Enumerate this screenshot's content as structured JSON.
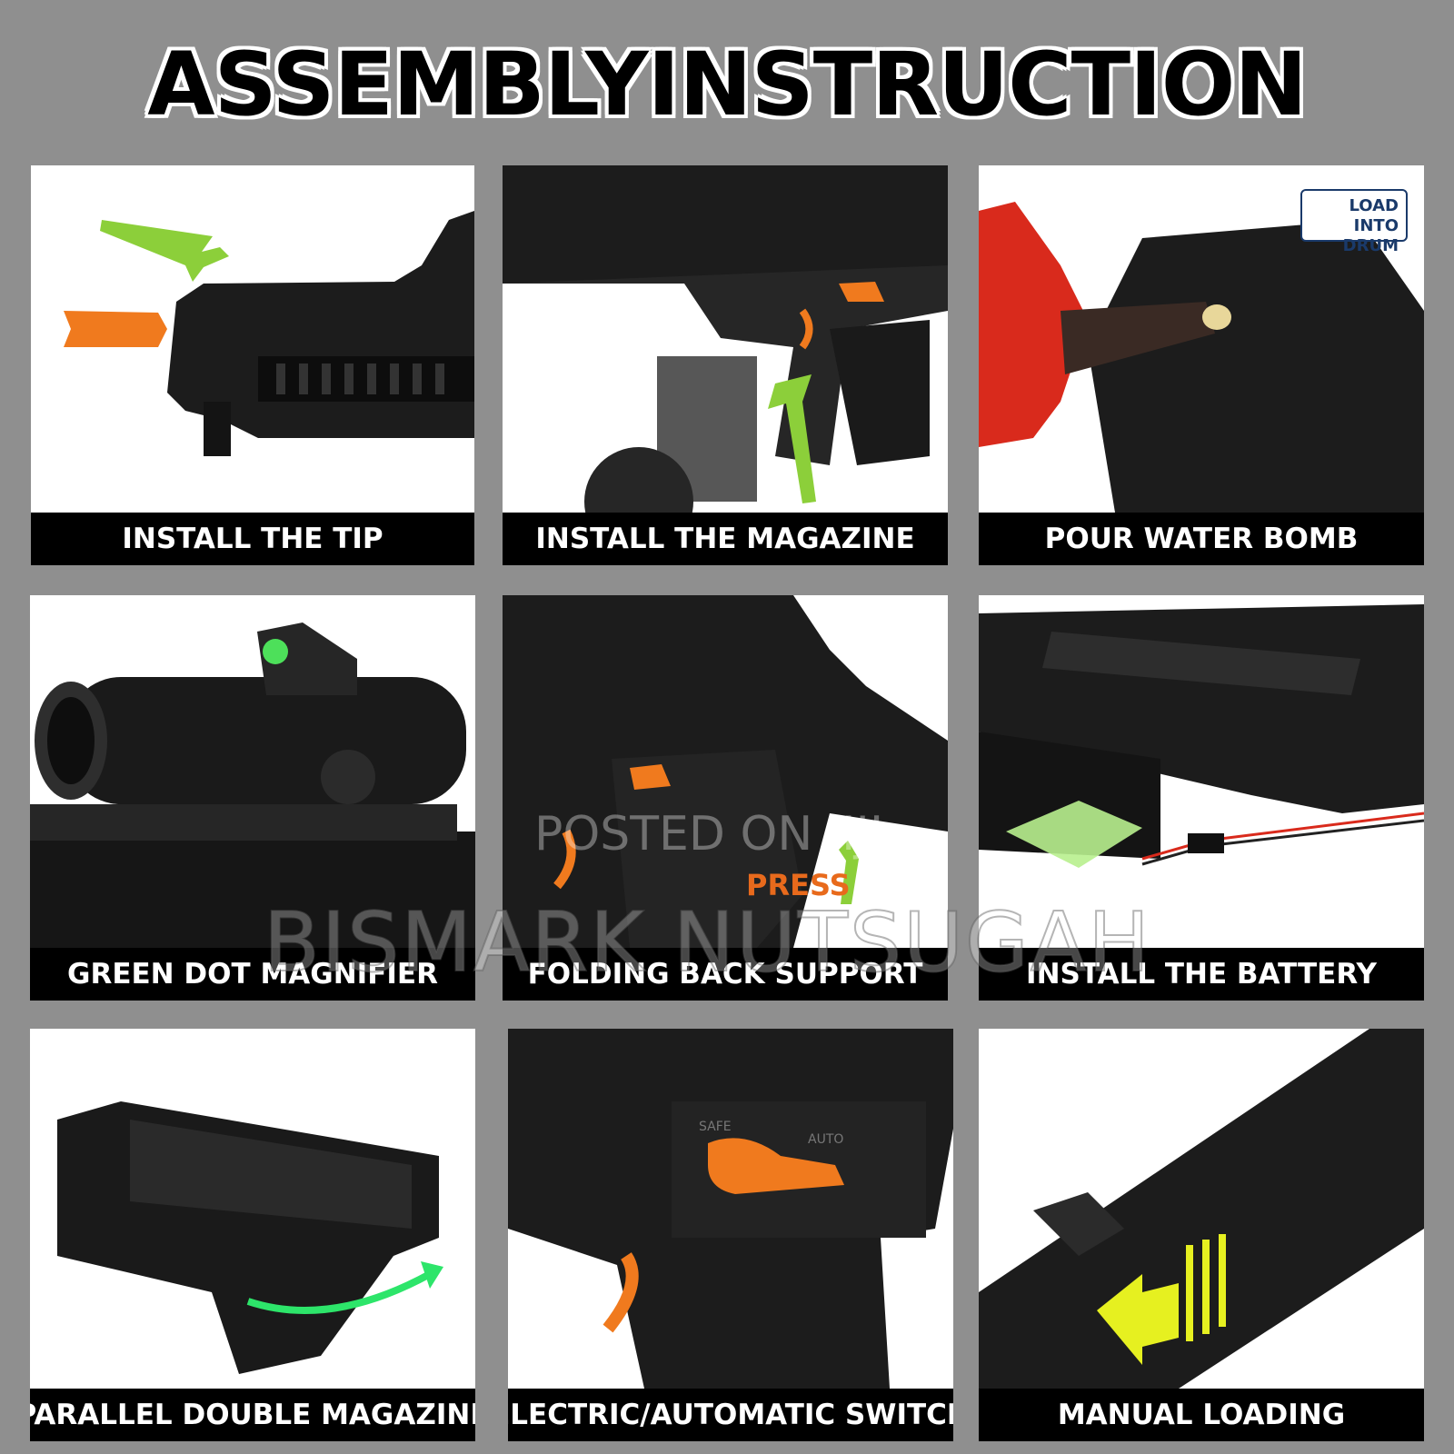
{
  "title": "ASSEMBLYINSTRUCTION",
  "panels": [
    {
      "caption": "INSTALL THE TIP"
    },
    {
      "caption": "INSTALL THE MAGAZINE"
    },
    {
      "caption": "POUR WATER BOMB",
      "badge": "LOAD INTO DRUM"
    },
    {
      "caption": "GREEN DOT MAGNIFIER"
    },
    {
      "caption": "FOLDING BACK SUPPORT",
      "label": "PRESS"
    },
    {
      "caption": "INSTALL THE BATTERY"
    },
    {
      "caption": "PARALLEL DOUBLE MAGAZINE"
    },
    {
      "caption": "ELECTRIC/AUTOMATIC SWITCH",
      "safe_label": "SAFE",
      "auto_label": "AUTO"
    },
    {
      "caption": "MANUAL LOADING"
    }
  ],
  "watermarks": [
    "POSTED ON JIJI",
    "BISMARK NUTSUGAH"
  ],
  "colors": {
    "background": "#8f8f8f",
    "caption_bar": "#000000",
    "accent_orange": "#f07a1e",
    "arrow_green": "#8ccf3a",
    "arrow_yellow": "#e6f020",
    "bottle_red": "#d92a1c"
  }
}
